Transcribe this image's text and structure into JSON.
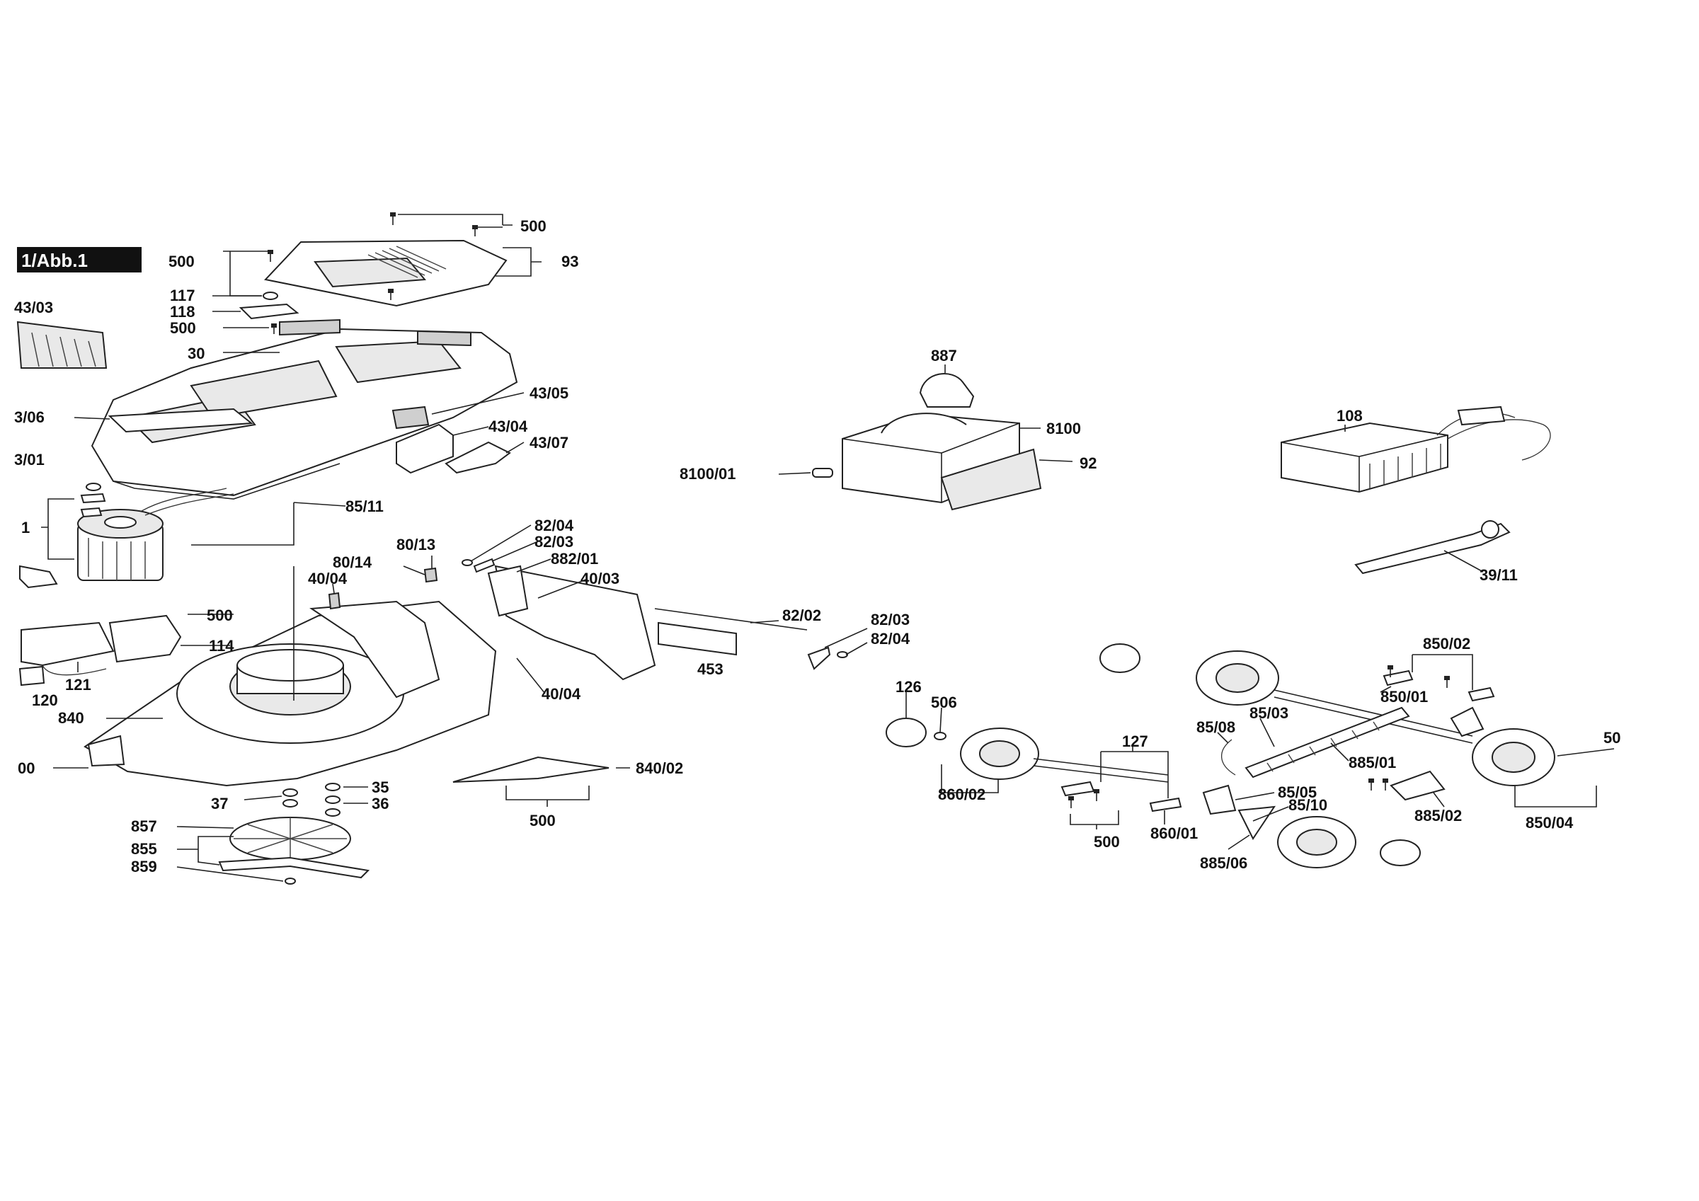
{
  "figure_tag": "1/Abb.1",
  "labels": {
    "l500_top": "500",
    "l93": "93",
    "l500_left": "500",
    "l117": "117",
    "l118": "118",
    "l500_mid": "500",
    "l30": "30",
    "l43_03": "43/03",
    "l43_05": "43/05",
    "l43_06": "3/06",
    "l43_04": "43/04",
    "l43_07": "43/07",
    "l43_01": "3/01",
    "l85_11": "85/11",
    "l1": "1",
    "l80_13": "80/13",
    "l82_04a": "82/04",
    "l82_03a": "82/03",
    "l80_14": "80/14",
    "l882_01": "882/01",
    "l40_04a": "40/04",
    "l40_03": "40/03",
    "l500_motor": "500",
    "l114": "114",
    "l121": "121",
    "l120": "120",
    "l840": "840",
    "l00": "00",
    "l82_02": "82/02",
    "l82_03b": "82/03",
    "l82_04b": "82/04",
    "l453": "453",
    "l40_04b": "40/04",
    "l35": "35",
    "l37": "37",
    "l36": "36",
    "l840_02": "840/02",
    "l500_bottom": "500",
    "l857": "857",
    "l855": "855",
    "l859": "859",
    "l887": "887",
    "l8100": "8100",
    "l92": "92",
    "l8100_01": "8100/01",
    "l108": "108",
    "l39_11": "39/11",
    "l850_02": "850/02",
    "l850_01": "850/01",
    "l126": "126",
    "l506": "506",
    "l85_03": "85/03",
    "l127": "127",
    "l85_08": "85/08",
    "l885_01": "885/01",
    "l50": "50",
    "l860_02": "860/02",
    "l85_05": "85/05",
    "l85_10": "85/10",
    "l885_02": "885/02",
    "l850_04": "850/04",
    "l500_axle": "500",
    "l860_01": "860/01",
    "l885_06": "885/06"
  }
}
